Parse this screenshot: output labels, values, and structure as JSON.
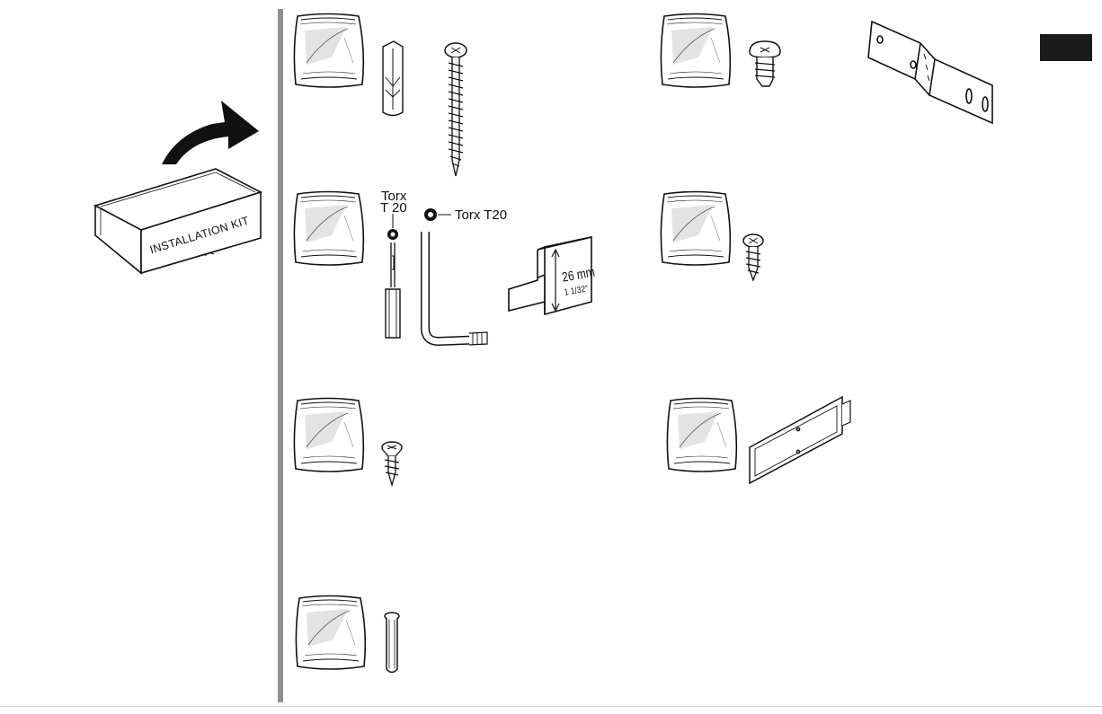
{
  "kit": {
    "box_label": "INSTALLATION KIT"
  },
  "tools": {
    "bit_label_line1": "Torx",
    "bit_label_line2": "T 20",
    "key_label": "Torx T20"
  },
  "gauge": {
    "metric": "26 mm",
    "imperial": "1 1/32\""
  },
  "colors": {
    "ink": "#111111",
    "divider": "#8f8f8f",
    "tab": "#1b1b1b",
    "bag_shade": "#e3e3e3"
  }
}
